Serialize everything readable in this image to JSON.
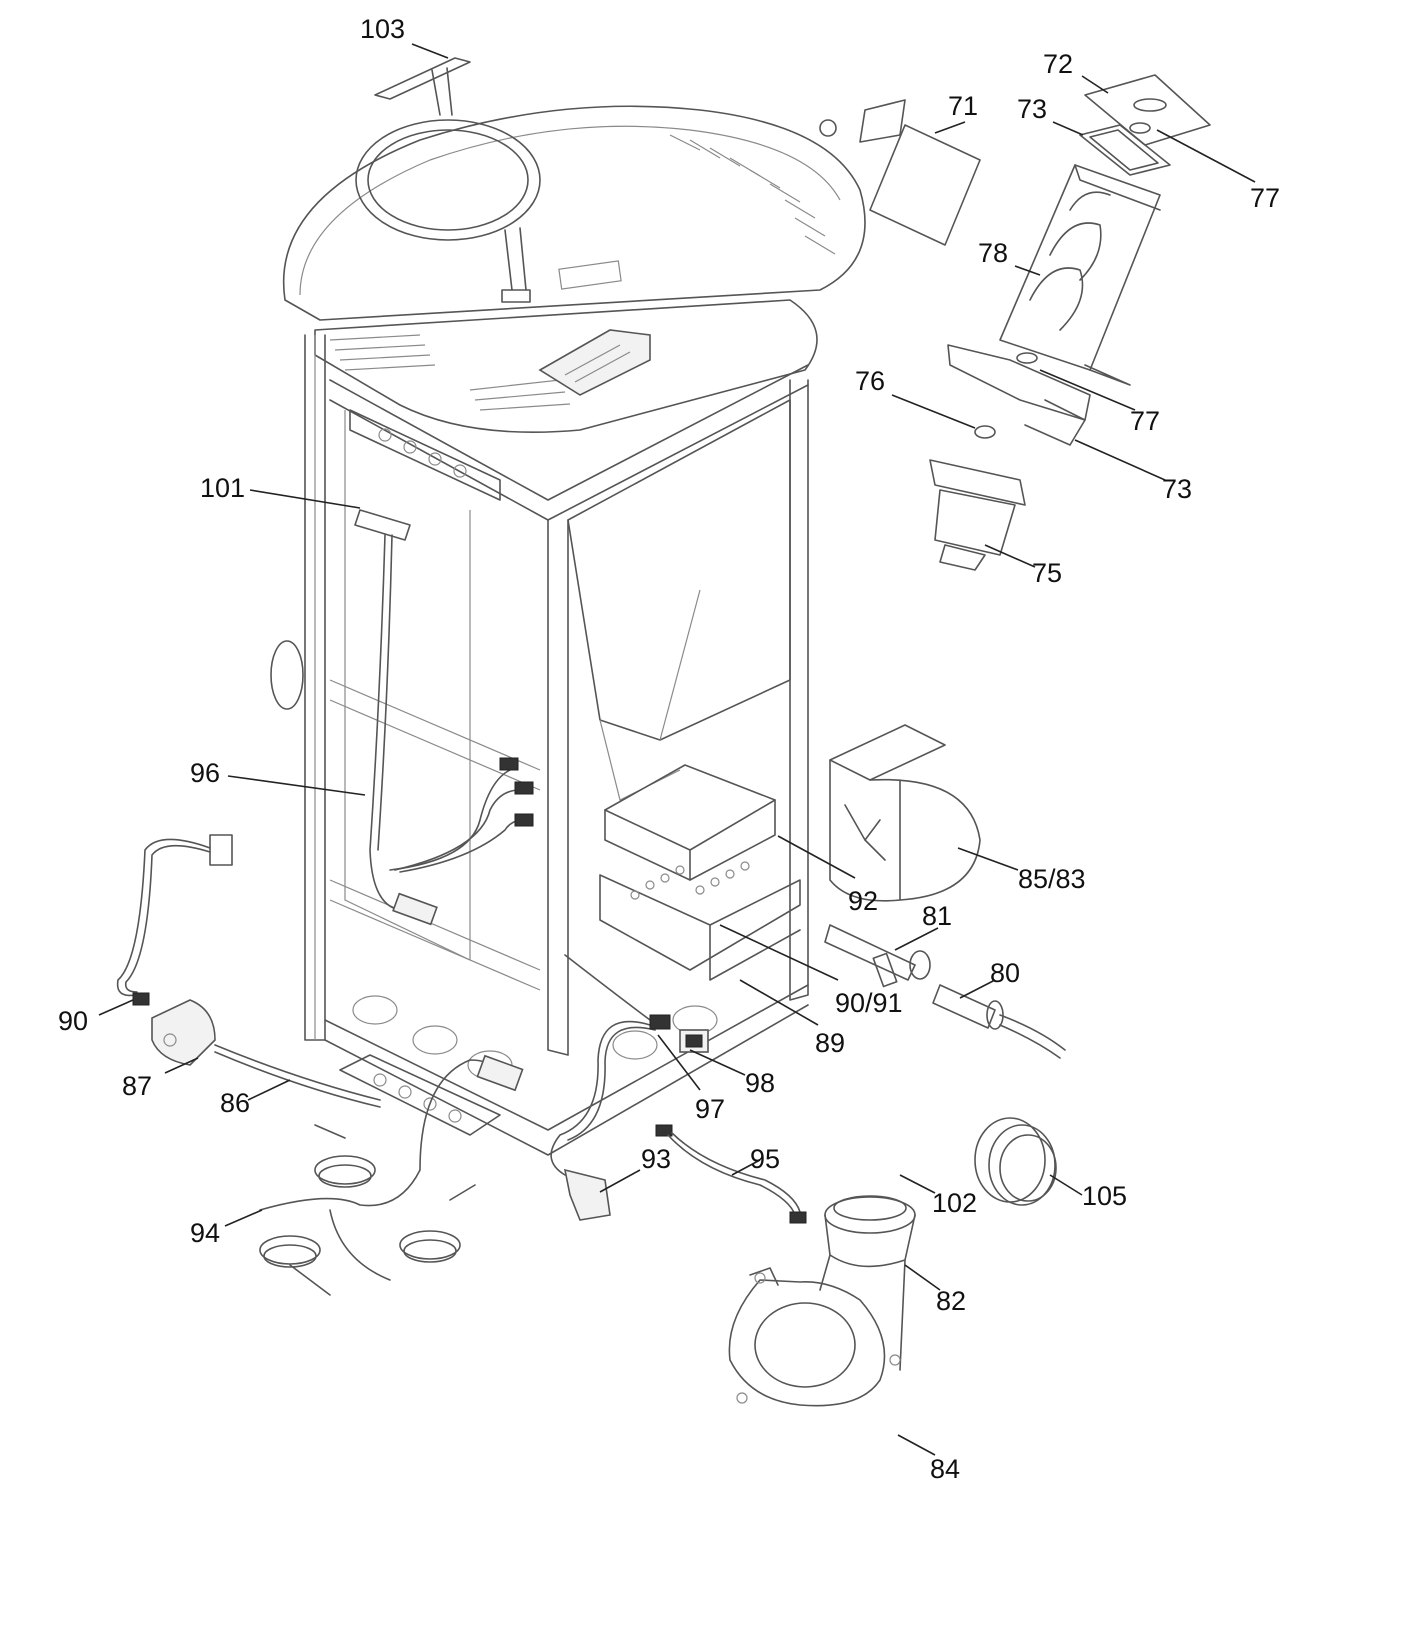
{
  "callouts": [
    {
      "id": "c103",
      "text": "103"
    },
    {
      "id": "c72",
      "text": "72"
    },
    {
      "id": "c71",
      "text": "71"
    },
    {
      "id": "c73a",
      "text": "73"
    },
    {
      "id": "c77a",
      "text": "77"
    },
    {
      "id": "c78",
      "text": "78"
    },
    {
      "id": "c76",
      "text": "76"
    },
    {
      "id": "c77b",
      "text": "77"
    },
    {
      "id": "c73b",
      "text": "73"
    },
    {
      "id": "c75",
      "text": "75"
    },
    {
      "id": "c101",
      "text": "101"
    },
    {
      "id": "c96",
      "text": "96"
    },
    {
      "id": "c85_83",
      "text": "85/83"
    },
    {
      "id": "c92",
      "text": "92"
    },
    {
      "id": "c81",
      "text": "81"
    },
    {
      "id": "c80",
      "text": "80"
    },
    {
      "id": "c90_91",
      "text": "90/91"
    },
    {
      "id": "c89",
      "text": "89"
    },
    {
      "id": "c90",
      "text": "90"
    },
    {
      "id": "c87",
      "text": "87"
    },
    {
      "id": "c86",
      "text": "86"
    },
    {
      "id": "c98",
      "text": "98"
    },
    {
      "id": "c97",
      "text": "97"
    },
    {
      "id": "c93",
      "text": "93"
    },
    {
      "id": "c95",
      "text": "95"
    },
    {
      "id": "c102",
      "text": "102"
    },
    {
      "id": "c105",
      "text": "105"
    },
    {
      "id": "c94",
      "text": "94"
    },
    {
      "id": "c82",
      "text": "82"
    },
    {
      "id": "c84",
      "text": "84"
    }
  ],
  "colors": {
    "line": "#555555",
    "text": "#111111",
    "background": "#ffffff"
  }
}
